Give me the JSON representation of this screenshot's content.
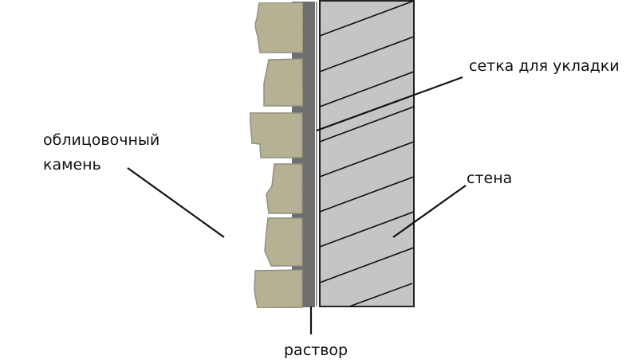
{
  "labels": {
    "mesh": "сетка для укладки",
    "stone_line1": "облицовочный",
    "stone_line2": "камень",
    "wall": "стена",
    "mortar": "раствор"
  },
  "colors": {
    "stone": "#b9b595",
    "mortar": "#6d6e70",
    "wall": "#c4c5c7",
    "line": "#111111"
  }
}
